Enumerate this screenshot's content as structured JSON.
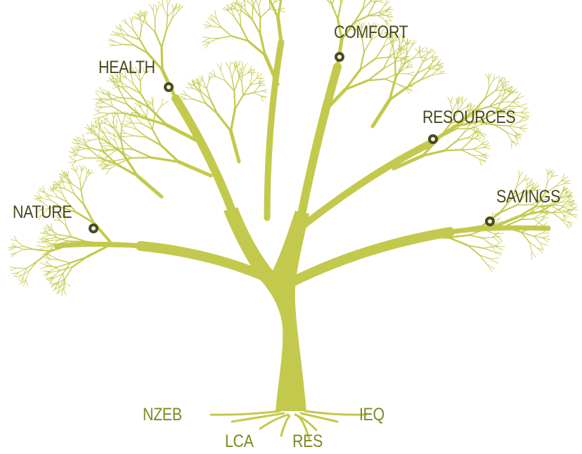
{
  "colors": {
    "tree": "#c3c94c",
    "branch_label": "#4a4a1e",
    "root_label": "#7e8a22",
    "marker_ring": "#4a4a1e",
    "background": "#ffffff"
  },
  "branch_labels": {
    "comfort": "COMFORT",
    "health": "HEALTH",
    "resources": "RESOURCES",
    "nature": "NATURE",
    "savings": "SAVINGS"
  },
  "root_labels": {
    "nzeb": "NZEB",
    "ieq": "IEQ",
    "lca": "LCA",
    "res": "RES"
  }
}
